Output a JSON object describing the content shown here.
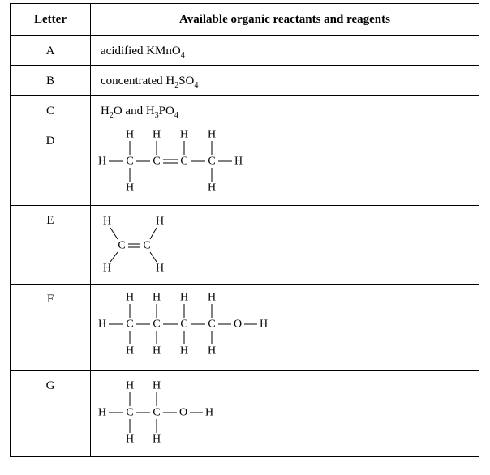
{
  "table": {
    "headers": {
      "letter": "Letter",
      "reactants": "Available organic reactants and reagents"
    },
    "rows": [
      {
        "letter": "A",
        "text_parts": [
          "acidified KMnO",
          "4"
        ]
      },
      {
        "letter": "B",
        "text_parts": [
          "concentrated H",
          "2",
          "SO",
          "4"
        ]
      },
      {
        "letter": "C",
        "text_parts": [
          "H",
          "2",
          "O and H",
          "3",
          "PO",
          "4"
        ]
      },
      {
        "letter": "D",
        "structure": "but-2-ene structural formula"
      },
      {
        "letter": "E",
        "structure": "ethene structural formula"
      },
      {
        "letter": "F",
        "structure": "butan-1-ol structural formula"
      },
      {
        "letter": "G",
        "structure": "ethanol structural formula"
      }
    ]
  },
  "atoms": {
    "h": "H",
    "c": "C",
    "o": "O"
  }
}
